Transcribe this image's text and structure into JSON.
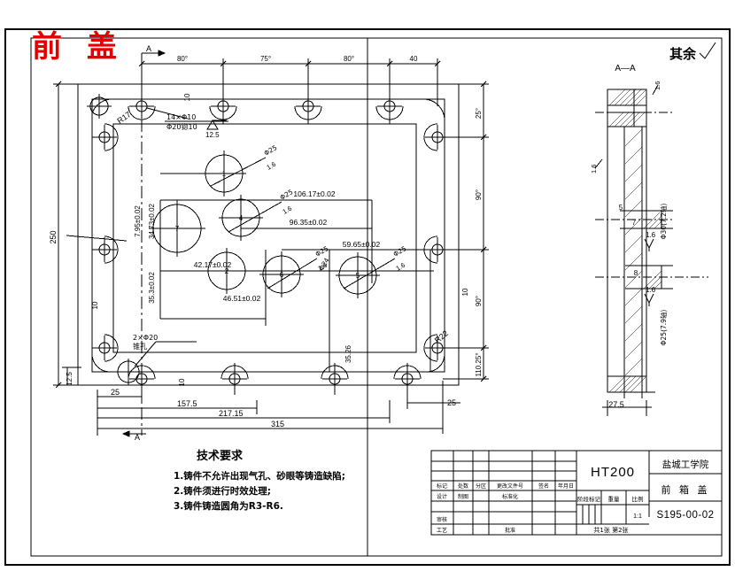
{
  "sheet": {
    "red_title": "前 盖",
    "general_finish_note": "其余",
    "general_finish_symbol": "▽",
    "section_label": "A—A",
    "view_arrow_label": "A"
  },
  "main_view": {
    "top_dims": [
      "80°",
      "75°",
      "80°",
      "40"
    ],
    "right_dims": [
      "25°",
      "90°",
      "90°",
      "110.25°"
    ],
    "left_dims": [
      "250",
      "10",
      "10"
    ],
    "bottom_dims": [
      "25",
      "157.5",
      "217.15",
      "315",
      "25",
      "12.5"
    ],
    "inner_dims": [
      "106.17±0.02",
      "96.35±0.02",
      "59.65±0.02",
      "42.17±0.02",
      "46.51±0.02",
      "34.73±0.02",
      "7.95±0.02",
      "35.3±0.02",
      "35.26",
      "Φ24"
    ],
    "radii": [
      "R17",
      "R22"
    ],
    "hole_numbers": [
      "1",
      "2",
      "4",
      "5",
      "6",
      "7"
    ],
    "hole_callouts": [
      {
        "line1": "14×Φ10",
        "line2": "Φ20锪10",
        "finish": "12.5"
      },
      {
        "line1": "2×Φ20",
        "line2": "锥孔",
        "finish": ""
      }
    ],
    "bore_callout": {
      "dia": "Φ25",
      "finish": "1.6"
    }
  },
  "section_view": {
    "thickness_dims": [
      "5",
      "7",
      "8",
      "27.5"
    ],
    "bore_dims": [
      "Φ30(7.2轴)",
      "Φ25(7.9轴)"
    ],
    "finishes": [
      "1.6",
      "1.6",
      "1.6",
      "1.6"
    ]
  },
  "tech_notes": {
    "heading": "技术要求",
    "items": [
      "1.铸件不允许出现气孔、砂眼等铸造缺陷;",
      "2.铸件须进行时效处理;",
      "3.铸件铸造圆角为R3-R6."
    ]
  },
  "title_block": {
    "rev_headers": [
      "标记",
      "处数",
      "分区",
      "更改文件号",
      "签名",
      "年月日"
    ],
    "roles": [
      "设计",
      "审核",
      "工艺"
    ],
    "role_extra": [
      "制图",
      "标准化",
      "批准"
    ],
    "material": "HT200",
    "stage_label": "阶段标记",
    "weight_label": "重量",
    "scale_label": "比例",
    "scale_value": "1:1",
    "sheet_count": "共1张 第2张",
    "company": "盐城工学院",
    "part_name": "前 箱 盖",
    "drawing_no": "S195-00-02"
  }
}
